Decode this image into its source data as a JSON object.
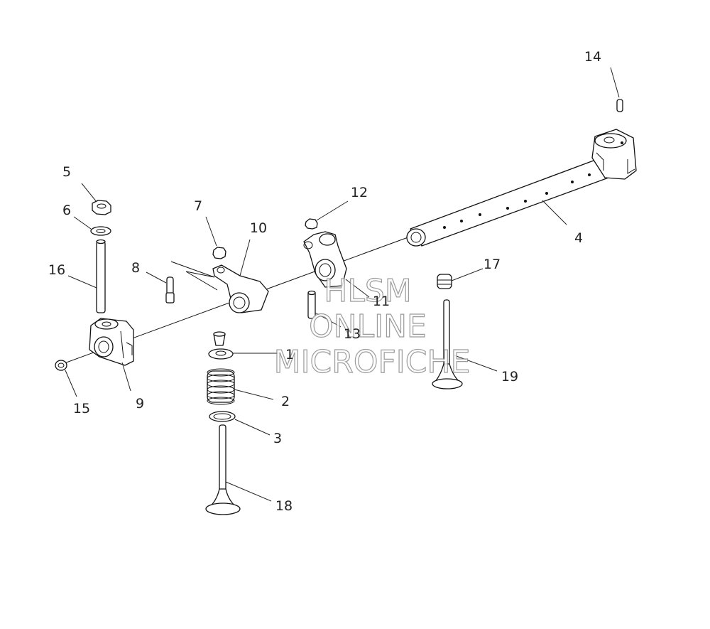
{
  "watermark": {
    "line1": "HLSM",
    "line2": "ONLINE",
    "line3": "MICROFICHE"
  },
  "callouts": [
    {
      "id": "1",
      "label": "1",
      "part": "valve-spring-retainer"
    },
    {
      "id": "2",
      "label": "2",
      "part": "valve-spring"
    },
    {
      "id": "3",
      "label": "3",
      "part": "spring-seat-washer"
    },
    {
      "id": "4",
      "label": "4",
      "part": "rocker-shaft"
    },
    {
      "id": "5",
      "label": "5",
      "part": "nut"
    },
    {
      "id": "6",
      "label": "6",
      "part": "washer"
    },
    {
      "id": "7",
      "label": "7",
      "part": "adjuster-nut"
    },
    {
      "id": "8",
      "label": "8",
      "part": "adjuster-screw"
    },
    {
      "id": "9",
      "label": "9",
      "part": "rocker-support"
    },
    {
      "id": "10",
      "label": "10",
      "part": "rocker-arm"
    },
    {
      "id": "11",
      "label": "11",
      "part": "rocker-arm-exhaust"
    },
    {
      "id": "12",
      "label": "12",
      "part": "adjuster-nut-exhaust"
    },
    {
      "id": "13",
      "label": "13",
      "part": "adjuster-screw-exhaust"
    },
    {
      "id": "14",
      "label": "14",
      "part": "dowel-pin"
    },
    {
      "id": "15",
      "label": "15",
      "part": "shaft-plug"
    },
    {
      "id": "16",
      "label": "16",
      "part": "stud"
    },
    {
      "id": "17",
      "label": "17",
      "part": "valve-seal"
    },
    {
      "id": "18",
      "label": "18",
      "part": "intake-valve"
    },
    {
      "id": "19",
      "label": "19",
      "part": "exhaust-valve"
    }
  ]
}
